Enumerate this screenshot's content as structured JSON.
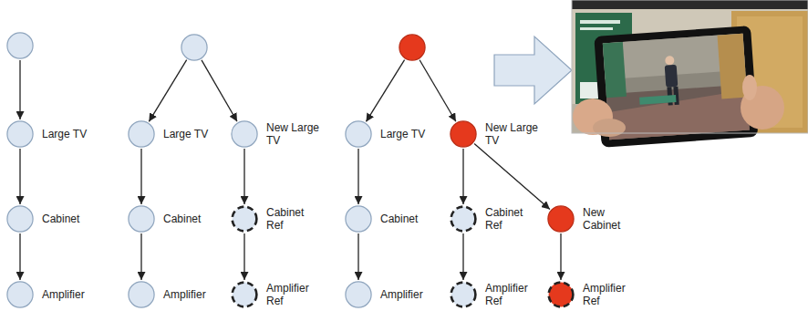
{
  "diagram": {
    "nodes": [
      {
        "text": []
      },
      {
        "text": [
          "Large TV"
        ]
      },
      {
        "text": [
          "Cabinet"
        ]
      },
      {
        "text": [
          "Amplifier"
        ]
      },
      {
        "text": []
      },
      {
        "text": [
          "Large TV"
        ]
      },
      {
        "text": [
          "Cabinet"
        ]
      },
      {
        "text": [
          "Amplifier"
        ]
      },
      {
        "text": [
          "New Large TV"
        ]
      },
      {
        "text": [
          "Cabinet Ref"
        ]
      },
      {
        "text": [
          "Amplifier Ref"
        ]
      },
      {
        "text": []
      },
      {
        "text": [
          "Large TV"
        ]
      },
      {
        "text": [
          "Cabinet"
        ]
      },
      {
        "text": [
          "Amplifier"
        ]
      },
      {
        "text": [
          "New Large TV"
        ]
      },
      {
        "text": [
          "Cabinet Ref"
        ]
      },
      {
        "text": [
          "Amplifier Ref"
        ]
      },
      {
        "text": [
          "New Cabinet"
        ]
      },
      {
        "text": [
          "Amplifier Ref"
        ]
      }
    ],
    "edges": [
      {
        "from": 0,
        "to": 1,
        "arrow": "to"
      },
      {
        "from": 1,
        "to": 2,
        "arrow": "to"
      },
      {
        "from": 2,
        "to": 3,
        "arrow": "to"
      },
      {
        "from": 4,
        "to": 5,
        "arrow": "to"
      },
      {
        "from": 5,
        "to": 6,
        "arrow": "to"
      },
      {
        "from": 6,
        "to": 7,
        "arrow": "to"
      },
      {
        "from": 4,
        "to": 8,
        "arrow": "to"
      },
      {
        "from": 8,
        "to": 9,
        "arrow": "to"
      },
      {
        "from": 9,
        "to": 10,
        "arrow": "to"
      },
      {
        "from": 11,
        "to": 12,
        "arrow": "to"
      },
      {
        "from": 12,
        "to": 13,
        "arrow": "to"
      },
      {
        "from": 13,
        "to": 14,
        "arrow": "to"
      },
      {
        "from": 11,
        "to": 15,
        "arrow": "to"
      },
      {
        "from": 15,
        "to": 16,
        "arrow": "to"
      },
      {
        "from": 16,
        "to": 17,
        "arrow": "to"
      },
      {
        "from": 15,
        "to": 18,
        "arrow": "to"
      },
      {
        "from": 18,
        "to": 19,
        "arrow": "to"
      }
    ]
  }
}
